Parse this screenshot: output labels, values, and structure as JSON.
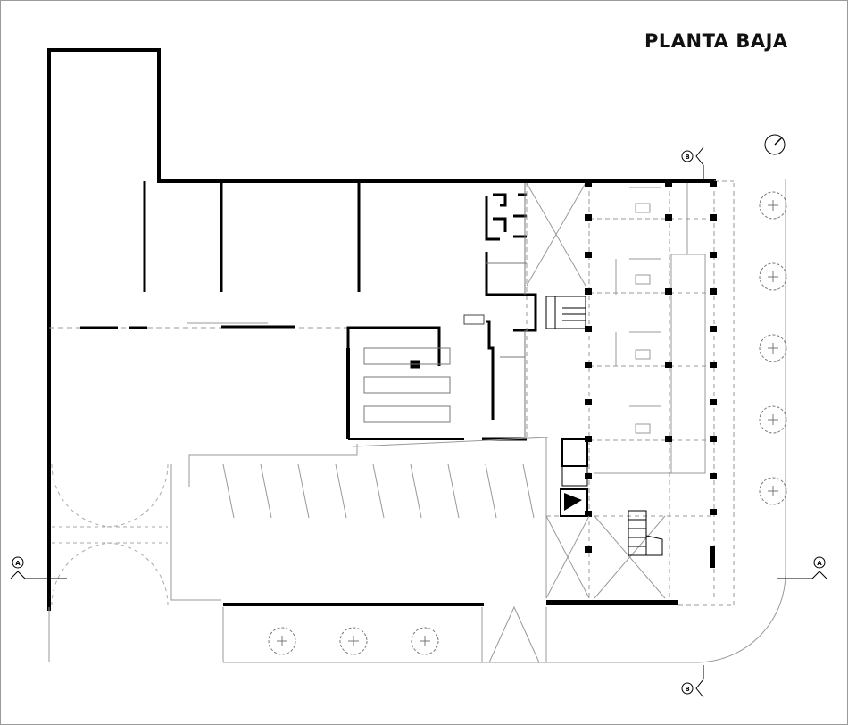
{
  "drawing": {
    "title": "PLANTA BAJA",
    "section_markers": {
      "a": "A",
      "b": "B"
    }
  }
}
